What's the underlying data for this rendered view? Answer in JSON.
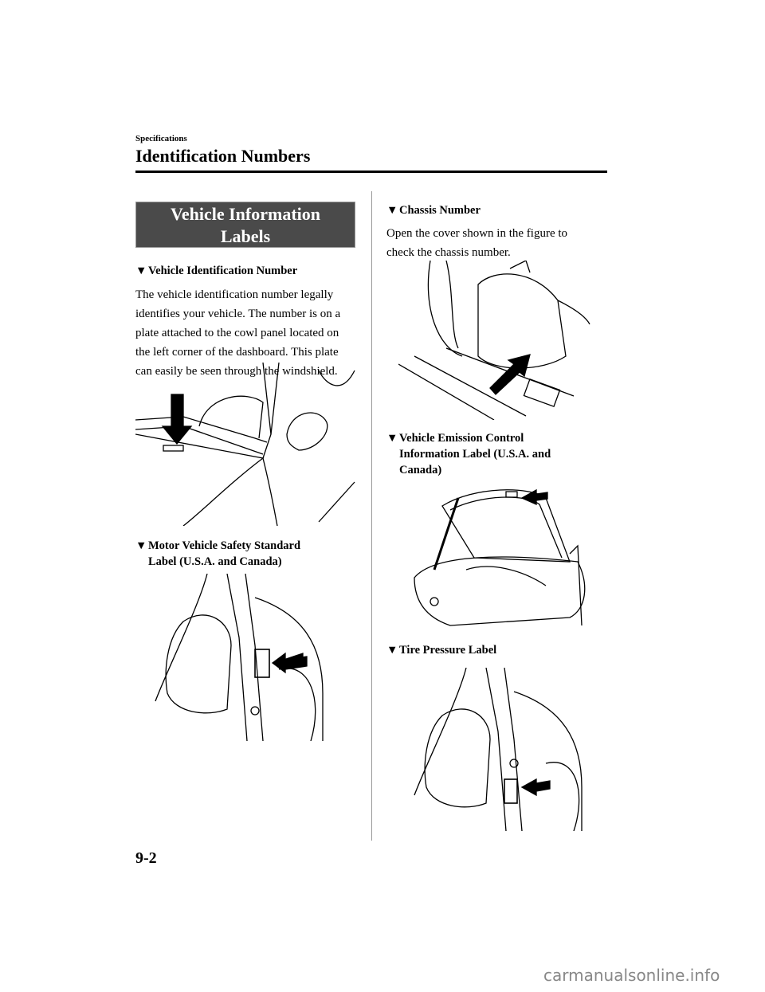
{
  "header": {
    "section": "Specifications",
    "title": "Identification Numbers"
  },
  "banner": {
    "line1": "Vehicle Information",
    "line2": "Labels"
  },
  "left": {
    "vin": {
      "heading": "Vehicle Identification Number",
      "lines": [
        "The vehicle identification number legally",
        "identifies your vehicle. The number is on a",
        "plate attached to the cowl panel located on",
        "the left corner of the dashboard. This plate",
        "can easily be seen through the windshield."
      ]
    },
    "safety": {
      "heading_line1": "Motor Vehicle Safety Standard",
      "heading_line2": "Label (U.S.A. and Canada)"
    }
  },
  "right": {
    "chassis": {
      "heading": "Chassis Number",
      "lines": [
        "Open the cover shown in the figure to",
        "check the chassis number."
      ]
    },
    "emission": {
      "heading_line1": "Vehicle Emission Control",
      "heading_line2": "Information Label (U.S.A. and",
      "heading_line3": "Canada)"
    },
    "tire": {
      "heading": "Tire Pressure Label"
    }
  },
  "bullet": "▼",
  "footer": {
    "page_number": "9-2",
    "watermark": "carmanualsonline.info"
  }
}
